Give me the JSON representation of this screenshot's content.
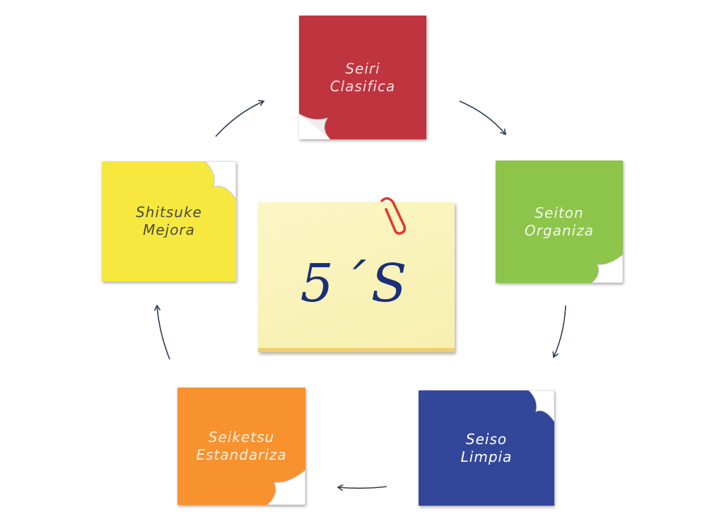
{
  "center": {
    "title": "5´S"
  },
  "steps": [
    {
      "name": "Seiri",
      "meaning": "Clasifica",
      "color": "#c0343f",
      "text_color": "#f6dede"
    },
    {
      "name": "Seiton",
      "meaning": "Organiza",
      "color": "#8dc44a",
      "text_color": "#f3f8ea"
    },
    {
      "name": "Seiso",
      "meaning": "Limpia",
      "color": "#33479a",
      "text_color": "#ffffff"
    },
    {
      "name": "Seiketsu",
      "meaning": "Estandariza",
      "color": "#f7922f",
      "text_color": "#fdeede"
    },
    {
      "name": "Shitsuke",
      "meaning": "Mejora",
      "color": "#f7e840",
      "text_color": "#4a4a3a"
    }
  ],
  "arrow_color": "#2d3e55"
}
